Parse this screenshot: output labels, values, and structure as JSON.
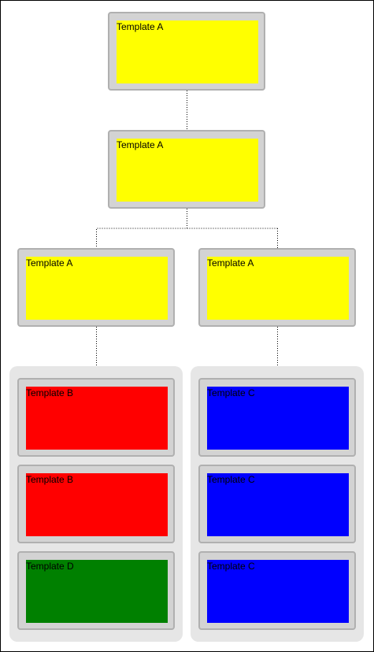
{
  "colors": {
    "template_a": "#ffff00",
    "template_b": "#ff0000",
    "template_c": "#0000ff",
    "template_d": "#008000"
  },
  "nodes": [
    {
      "label": "Template A"
    },
    {
      "label": "Template A"
    },
    {
      "label": "Template A"
    },
    {
      "label": "Template A"
    }
  ],
  "groups": [
    {
      "items": [
        {
          "label": "Template B"
        },
        {
          "label": "Template B"
        },
        {
          "label": "Template D"
        }
      ]
    },
    {
      "items": [
        {
          "label": "Template C"
        },
        {
          "label": "Template C"
        },
        {
          "label": "Template C"
        }
      ]
    }
  ]
}
